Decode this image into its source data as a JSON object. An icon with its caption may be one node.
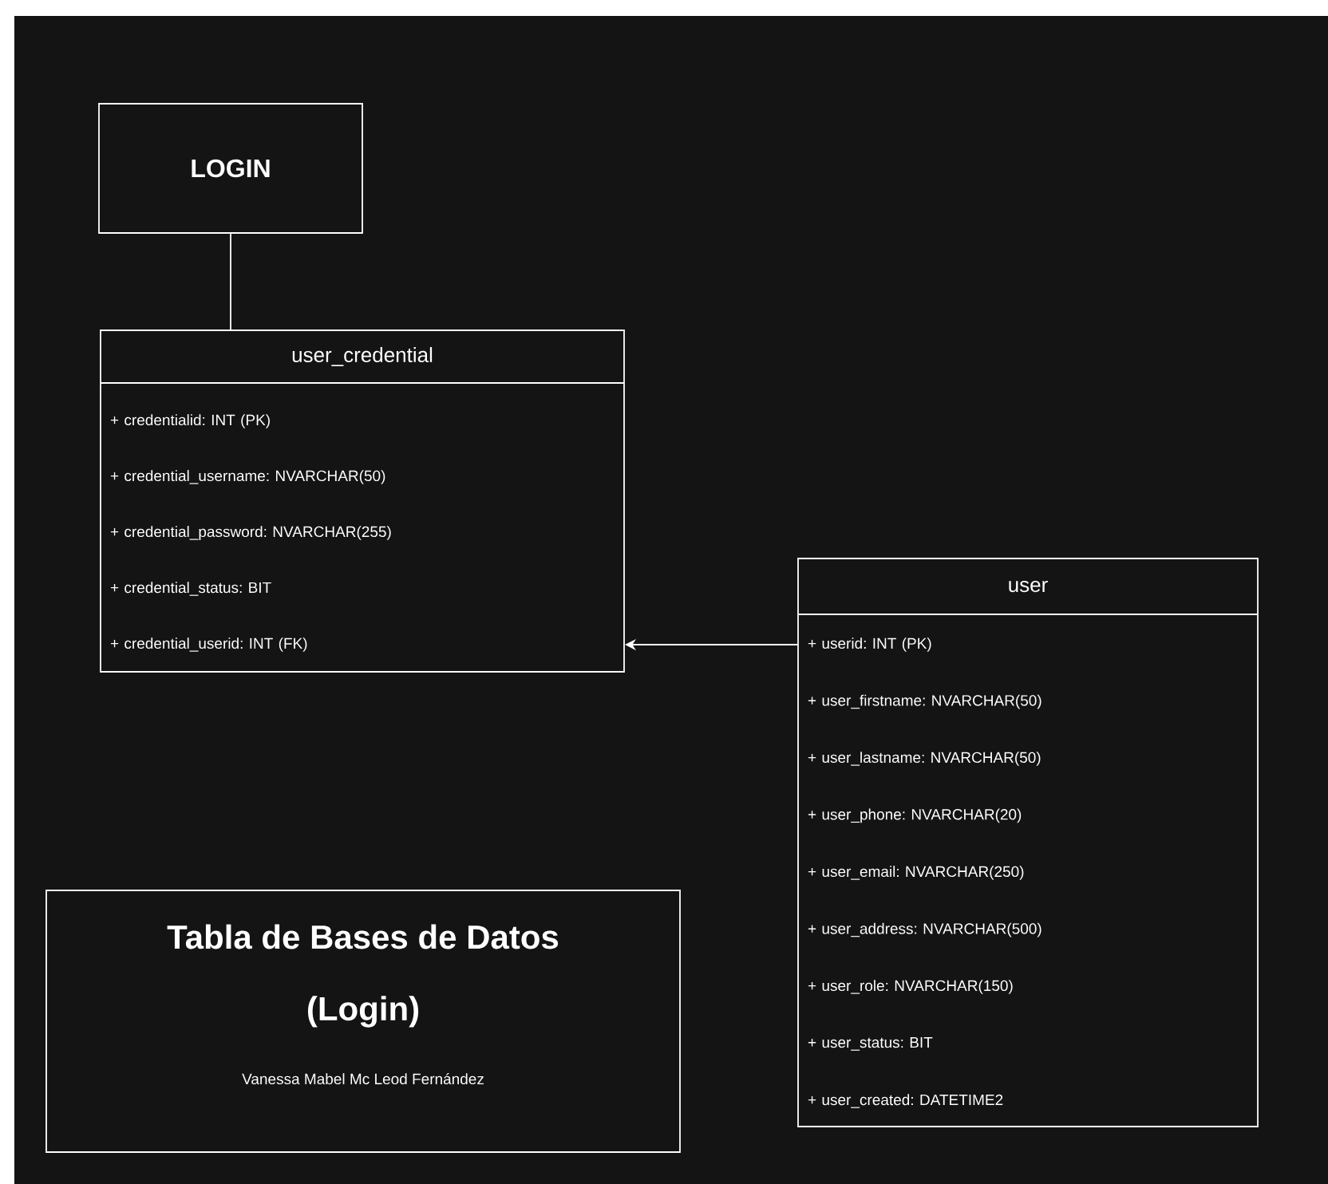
{
  "diagram": {
    "nodes": [
      {
        "text": [
          "LOGIN"
        ]
      },
      {
        "text": [
          "user_credential"
        ]
      },
      {
        "text": [
          "+ credentialid: INT (PK)"
        ],
        "in": 1
      },
      {
        "text": [
          "+ credential_username: NVARCHAR(50)"
        ],
        "in": 1
      },
      {
        "text": [
          "+ credential_password: NVARCHAR(255)"
        ],
        "in": 1
      },
      {
        "text": [
          "+ credential_status: BIT"
        ],
        "in": 1
      },
      {
        "text": [
          "+ credential_userid: INT (FK)"
        ],
        "in": 1
      },
      {
        "text": [
          "user"
        ]
      },
      {
        "text": [
          "+ userid: INT (PK)"
        ],
        "in": 7
      },
      {
        "text": [
          "+ user_firstname: NVARCHAR(50)"
        ],
        "in": 7
      },
      {
        "text": [
          "+ user_lastname: NVARCHAR(50)"
        ],
        "in": 7
      },
      {
        "text": [
          "+ user_phone: NVARCHAR(20)"
        ],
        "in": 7
      },
      {
        "text": [
          "+ user_email: NVARCHAR(250)"
        ],
        "in": 7
      },
      {
        "text": [
          "+ user_address: NVARCHAR(500)"
        ],
        "in": 7
      },
      {
        "text": [
          "+ user_role: NVARCHAR(150)"
        ],
        "in": 7
      },
      {
        "text": [
          "+ user_status: BIT"
        ],
        "in": 7
      },
      {
        "text": [
          "+ user_created: DATETIME2"
        ],
        "in": 7
      },
      {
        "text": [
          "Tabla de Bases de Datos",
          "(Login)",
          "Vanessa Mabel Mc Leod Fernández"
        ]
      }
    ],
    "edges": [
      {
        "from": 0,
        "to": 1,
        "arrow": "none"
      },
      {
        "from": 7,
        "to": 1,
        "arrow": "to"
      }
    ]
  }
}
